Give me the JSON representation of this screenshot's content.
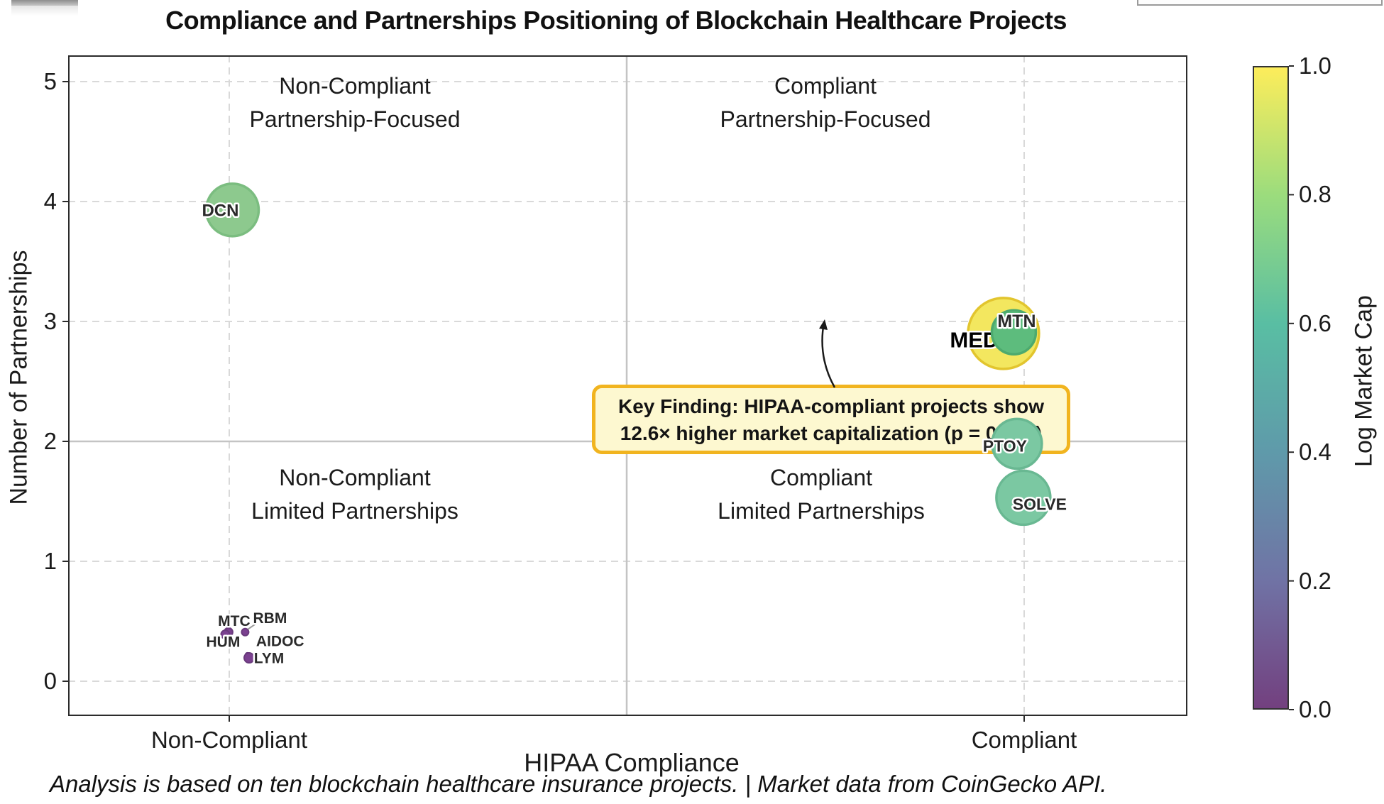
{
  "chart_data": {
    "type": "scatter",
    "title": "Compliance and Partnerships Positioning of Blockchain Healthcare Projects",
    "xlabel": "HIPAA Compliance",
    "ylabel": "Number of Partnerships",
    "footer": "Analysis is based on ten blockchain healthcare insurance projects. | Market data from CoinGecko API.",
    "x_tick_labels": [
      "Non-Compliant",
      "Compliant"
    ],
    "y_tick_labels": [
      "0",
      "1",
      "2",
      "3",
      "4",
      "5"
    ],
    "ylim": [
      -0.3,
      5.25
    ],
    "grid": "dashed",
    "legend_position": "none",
    "quadrants": {
      "top_left": [
        "Non-Compliant",
        "Partnership-Focused"
      ],
      "top_right": [
        "Compliant",
        "Partnership-Focused"
      ],
      "bottom_left": [
        "Non-Compliant",
        "Limited Partnerships"
      ],
      "bottom_right": [
        "Compliant",
        "Limited Partnerships"
      ]
    },
    "annotation": {
      "line1": "Key Finding: HIPAA-compliant projects show",
      "line2": "12.6× higher market capitalization (p = 0.006)",
      "box_fill": "#fdf8d0",
      "box_border": "#f1b41f"
    },
    "colorbar": {
      "label": "Log Market Cap",
      "ticks": [
        "0.0",
        "0.2",
        "0.4",
        "0.6",
        "0.8",
        "1.0"
      ],
      "colormap": "viridis-alpha",
      "stops": [
        "#73407F",
        "#7073A5",
        "#5F9AAA",
        "#59BEA3",
        "#9BDC7D",
        "#FDED5B"
      ]
    },
    "points": [
      {
        "symbol": "DCN",
        "compliance": "Non-Compliant",
        "x": 0.004,
        "partnerships": 3.93,
        "r": 37,
        "fill": "#8dc98e",
        "stroke": "#7bbd80",
        "label": {
          "dx": -17,
          "dy": 1,
          "size": 24,
          "weight": 700
        }
      },
      {
        "symbol": "MED",
        "compliance": "Compliant",
        "x": 0.974,
        "partnerships": 2.9,
        "r": 50,
        "fill": "#f3e75f",
        "stroke": "#e2c52e",
        "label": {
          "dx": -41,
          "dy": 9,
          "size": 31,
          "weight": 700
        }
      },
      {
        "symbol": "MTN",
        "compliance": "Compliant",
        "x": 0.987,
        "partnerships": 2.91,
        "r": 31,
        "fill": "#5dbc7d",
        "stroke": "#4daa6e",
        "label": {
          "dx": 4,
          "dy": -15,
          "size": 25,
          "weight": 700
        }
      },
      {
        "symbol": "PTOY",
        "compliance": "Compliant",
        "x": 0.991,
        "partnerships": 1.98,
        "r": 35,
        "fill": "#7bc8a2",
        "stroke": "#69b892",
        "label": {
          "dx": -17,
          "dy": 3,
          "size": 23,
          "weight": 700
        }
      },
      {
        "symbol": "SOLVE",
        "compliance": "Compliant",
        "x": 0.999,
        "partnerships": 1.53,
        "r": 38,
        "fill": "#7bc8a2",
        "stroke": "#69b892",
        "label": {
          "dx": 23,
          "dy": 9,
          "size": 23,
          "weight": 700
        }
      },
      {
        "symbol": "MTC",
        "compliance": "Non-Compliant",
        "x": -0.001,
        "partnerships": 0.41,
        "r": 6,
        "fill": "#7b4190",
        "stroke": "#693a7c",
        "label": {
          "dx": 8,
          "dy": -15,
          "size": 21,
          "weight": 600
        }
      },
      {
        "symbol": "HUM",
        "compliance": "Non-Compliant",
        "x": -0.005,
        "partnerships": 0.39,
        "r": 6,
        "fill": "#7b4190",
        "stroke": "#693a7c",
        "label": {
          "dx": -3,
          "dy": 11,
          "size": 21,
          "weight": 600
        }
      },
      {
        "symbol": "RBM",
        "compliance": "Non-Compliant",
        "x": 0.02,
        "partnerships": 0.41,
        "r": 5,
        "fill": "#7b4190",
        "stroke": "#693a7c",
        "label": {
          "dx": 35,
          "dy": -19,
          "size": 21,
          "weight": 600
        },
        "leader": {
          "x1": 4,
          "y1": -4,
          "x2": 17,
          "y2": -13
        }
      },
      {
        "symbol": "AIDOC",
        "compliance": "Non-Compliant",
        "x": 0.023,
        "partnerships": 0.22,
        "r": 3,
        "fill": "#7b4190",
        "stroke": "#693a7c",
        "label": {
          "dx": 46,
          "dy": -19,
          "size": 21,
          "weight": 600
        }
      },
      {
        "symbol": "LYM",
        "compliance": "Non-Compliant",
        "x": 0.025,
        "partnerships": 0.195,
        "r": 7,
        "fill": "#7b4190",
        "stroke": "#693a7c",
        "label": {
          "dx": 28,
          "dy": 1,
          "size": 21,
          "weight": 600
        }
      }
    ],
    "arrow": {
      "from_x": 1176,
      "from_y": 546,
      "ctrl_x": 1152,
      "ctrl_y": 503,
      "to_x": 1161,
      "to_y": 454,
      "color": "#1a1a1a"
    }
  }
}
